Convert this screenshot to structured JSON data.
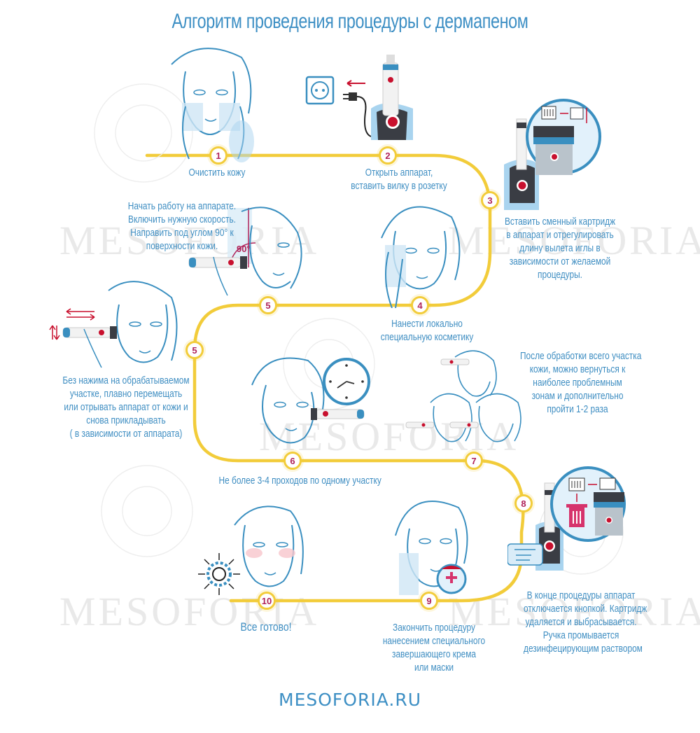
{
  "title": "Алгоритм проведения процедуры с дермапеном",
  "footer": "MESOFORIA.RU",
  "watermark": "MESOFORIA",
  "colors": {
    "title": "#3d8fc4",
    "text": "#3f8ec2",
    "path": "#f2cc3a",
    "marker_number": "#b0245a",
    "line_art": "#3a8fc0",
    "device_dark": "#3a3d44",
    "device_light": "#a9d4ef",
    "accent_red": "#c8102e",
    "accent_pink": "#d6336c"
  },
  "steps": [
    {
      "number": "1",
      "lines": [
        "Очистить кожу"
      ]
    },
    {
      "number": "2",
      "lines": [
        "Открыть аппарат,",
        "вставить вилку в розетку"
      ]
    },
    {
      "number": "3",
      "lines": [
        "Вставить сменный картридж",
        "в аппарат и отрегулировать",
        "длину вылета иглы в",
        "зависимости от желаемой",
        "процедуры."
      ]
    },
    {
      "number": "4",
      "lines": [
        "Нанести локально",
        "специальную косметику"
      ]
    },
    {
      "number": "5",
      "lines": [
        "Начать работу на аппарате.",
        "Включить нужную скорость.",
        "Направить под углом 90° к",
        "поверхности кожи."
      ]
    },
    {
      "number": "5",
      "lines": [
        "Без нажима на обрабатываемом",
        "участке, плавно перемещать",
        "или отрывать аппарат от кожи и",
        "снова прикладывать",
        "( в зависимости от аппарата)"
      ]
    },
    {
      "number": "6",
      "lines": [
        "Не более 3-4 проходов по одному участку"
      ]
    },
    {
      "number": "7",
      "lines": [
        "После обработки всего участка",
        "кожи, можно вернуться к",
        "наиболее проблемным",
        "зонам и дополнительно",
        "пройти 1-2 раза"
      ]
    },
    {
      "number": "8",
      "lines": [
        "В конце процедуры аппарат",
        "отключается кнопкой. Картридж",
        "удаляется и выбрасывается.",
        "Ручка промывается",
        "дезинфецирующим раствором"
      ]
    },
    {
      "number": "9",
      "lines": [
        "Закончить процедуру",
        "нанесением специального",
        "завершающего крема",
        "или маски"
      ]
    },
    {
      "number": "10",
      "lines": [
        "Все готово!"
      ]
    }
  ],
  "angle_label": "90°",
  "icons": {
    "socket": "power-socket",
    "plug": "power-plug",
    "device": "dermapen-device",
    "cartridge": "needle-cartridge",
    "trash": "trash-bin",
    "clock": "clock",
    "sun": "sun-ornament",
    "cream": "cream-jar",
    "hand": "pointing-hand"
  }
}
